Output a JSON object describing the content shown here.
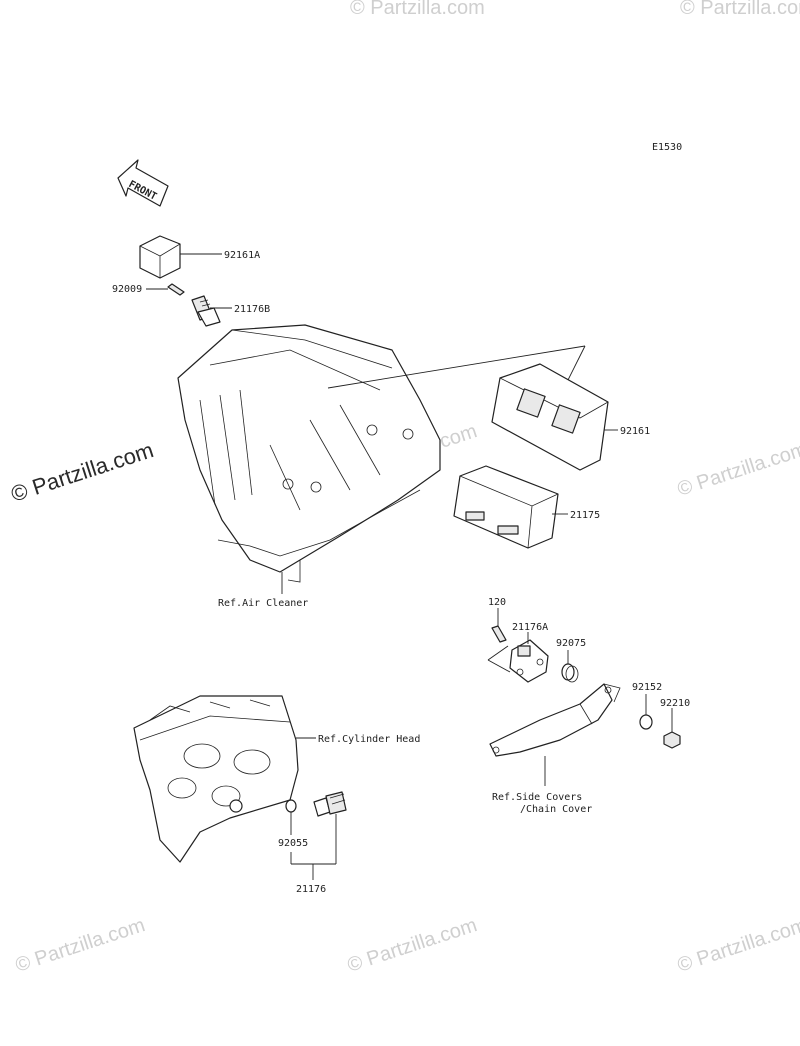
{
  "diagram": {
    "code": "E1530",
    "front_arrow_text": "FRONT",
    "watermark_text": "© Partzilla.com",
    "watermark_main": "© Partzilla.com",
    "parts": [
      {
        "id": "p92161A",
        "label": "92161A"
      },
      {
        "id": "p92009",
        "label": "92009"
      },
      {
        "id": "p21176B",
        "label": "21176B"
      },
      {
        "id": "p92161",
        "label": "92161"
      },
      {
        "id": "p21175",
        "label": "21175"
      },
      {
        "id": "p120",
        "label": "120"
      },
      {
        "id": "p21176A",
        "label": "21176A"
      },
      {
        "id": "p92075",
        "label": "92075"
      },
      {
        "id": "p92152",
        "label": "92152"
      },
      {
        "id": "p92210",
        "label": "92210"
      },
      {
        "id": "p92055",
        "label": "92055"
      },
      {
        "id": "p21176",
        "label": "21176"
      }
    ],
    "references": {
      "air_cleaner": "Ref.Air Cleaner",
      "cylinder_head": "Ref.Cylinder Head",
      "side_covers_line1": "Ref.Side Covers",
      "side_covers_line2": "/Chain Cover"
    }
  }
}
